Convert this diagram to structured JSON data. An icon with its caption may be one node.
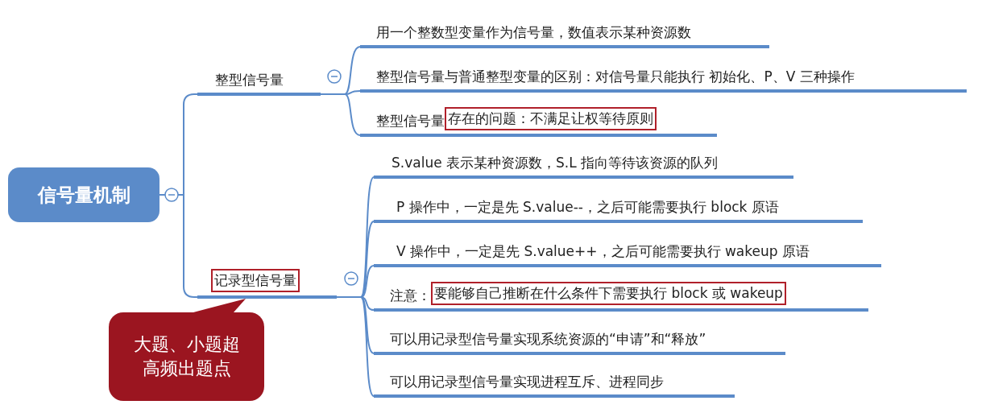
{
  "diagram": {
    "nodes": [
      {
        "text": [
          "信号量机制"
        ]
      },
      {
        "text": [
          "整型信号量"
        ]
      },
      {
        "text": [
          "用一个整数型变量作为信号量，数值表示某种资源数"
        ]
      },
      {
        "text": [
          "整型信号量与普通整型变量的区别：对信号量只能执行 初始化、P、V 三种操作"
        ]
      },
      {
        "text": [
          "整型信号量",
          "存在的问题：不满足让权等待原则"
        ]
      },
      {
        "text": [
          "记录型信号量"
        ]
      },
      {
        "text": [
          "S.value 表示某种资源数，S.L 指向等待该资源的队列"
        ]
      },
      {
        "text": [
          "P 操作中，一定是先 S.value--，之后可能需要执行 block 原语"
        ]
      },
      {
        "text": [
          "V 操作中，一定是先 S.value++，之后可能需要执行 wakeup 原语"
        ]
      },
      {
        "text": [
          "注意：",
          "要能够自己推断在什么条件下需要执行 block 或 wakeup"
        ]
      },
      {
        "text": [
          "可以用记录型信号量实现系统资源的“申请”和“释放”"
        ]
      },
      {
        "text": [
          "可以用记录型信号量实现进程互斥、进程同步"
        ]
      },
      {
        "text": [
          "大题、小题超高频出题点"
        ]
      }
    ],
    "edges": [
      {
        "from": 0,
        "to": 1,
        "arrow": "none"
      },
      {
        "from": 0,
        "to": 5,
        "arrow": "none"
      },
      {
        "from": 1,
        "to": 2,
        "arrow": "none"
      },
      {
        "from": 1,
        "to": 3,
        "arrow": "none"
      },
      {
        "from": 1,
        "to": 4,
        "arrow": "none"
      },
      {
        "from": 5,
        "to": 6,
        "arrow": "none"
      },
      {
        "from": 5,
        "to": 7,
        "arrow": "none"
      },
      {
        "from": 5,
        "to": 8,
        "arrow": "none"
      },
      {
        "from": 5,
        "to": 9,
        "arrow": "none"
      },
      {
        "from": 5,
        "to": 10,
        "arrow": "none"
      },
      {
        "from": 5,
        "to": 11,
        "arrow": "none"
      },
      {
        "from": 12,
        "to": 5,
        "arrow": "none",
        "color": "#9b1520"
      }
    ]
  }
}
